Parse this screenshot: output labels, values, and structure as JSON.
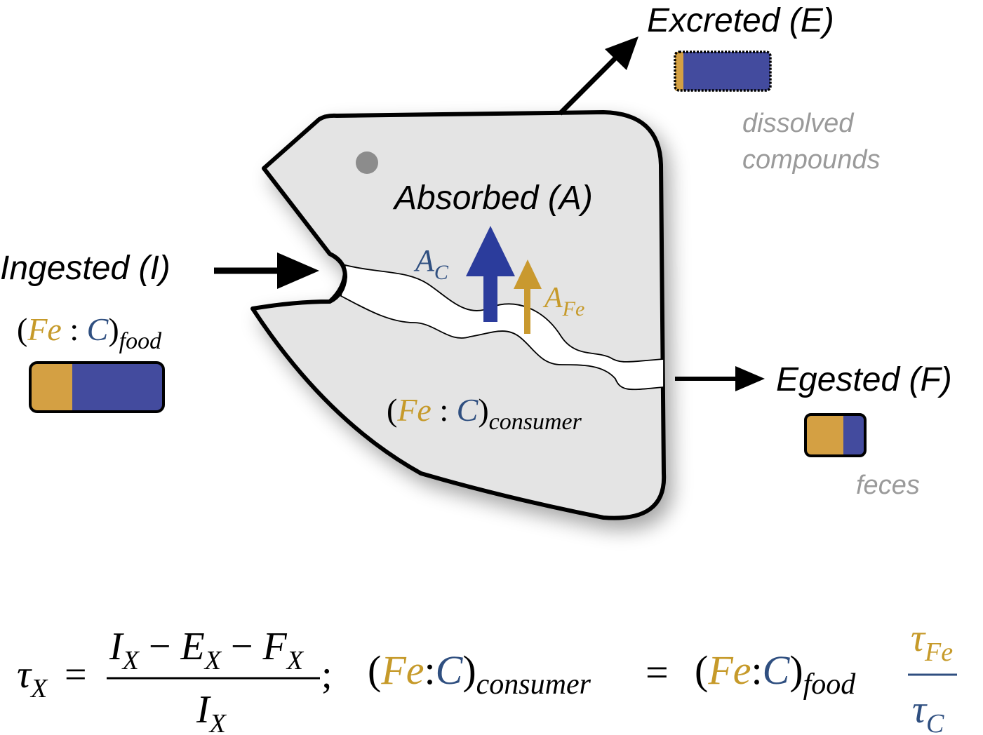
{
  "labels": {
    "excreted": "Excreted (E)",
    "absorbed": "Absorbed (A)",
    "ingested": "Ingested (I)",
    "egested": "Egested (F)",
    "dissolved_line1": "dissolved",
    "dissolved_line2": "compounds",
    "feces": "feces"
  },
  "symbols": {
    "fe": "Fe",
    "c": "C",
    "sub_food": "food",
    "sub_consumer": "consumer",
    "a": "A",
    "sub_c": "C",
    "sub_fe": "Fe"
  },
  "formula": {
    "tau": "τ",
    "sub_x": "X",
    "numerator": "I − E − F",
    "den_i": "I",
    "semicolon": ";",
    "equals": "="
  },
  "colors": {
    "iron": "#d4a043",
    "carbon": "#434b9e",
    "carbon_arrow": "#2b3c9c",
    "iron_arrow": "#c9992f",
    "carbon_text": "#2f4f80",
    "iron_text": "#c69a2a",
    "body_fill": "#e4e4e4",
    "gray_text": "#9a9a9a"
  }
}
